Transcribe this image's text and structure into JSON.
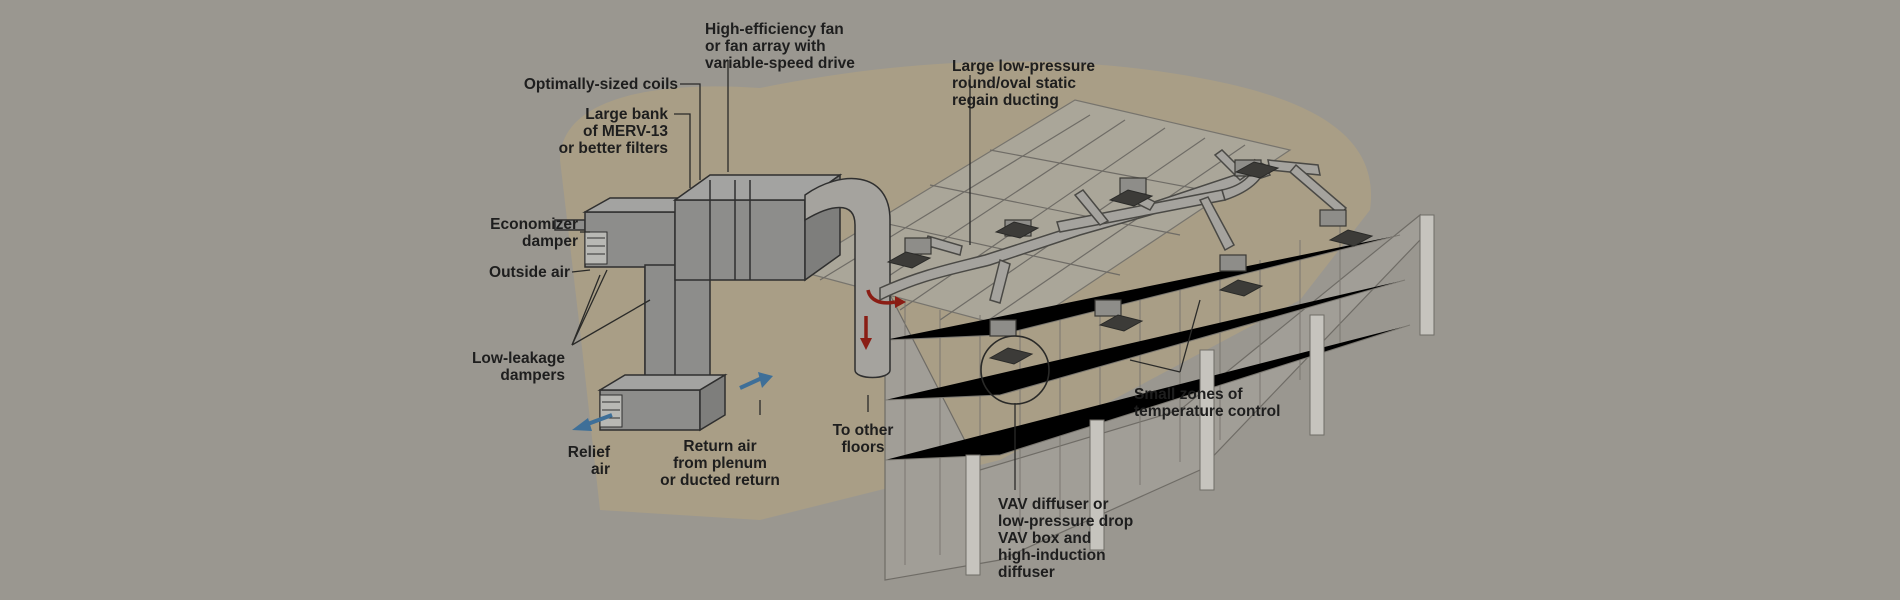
{
  "colors": {
    "background": "#9a9790",
    "highlight_zone": "#a99e86",
    "equipment": "#8d8d8b",
    "duct": "#a5a39e",
    "outline": "#2f2f2f",
    "airflow_red": "#8a1d14",
    "airflow_blue": "#3e6f98"
  },
  "labels": {
    "fan": "High-efficiency fan\nor fan array with\nvariable-speed drive",
    "coils": "Optimally-sized coils",
    "filters": "Large bank\nof MERV-13\nor better filters",
    "economizer": "Economizer\ndamper",
    "outside_air": "Outside air",
    "dampers": "Low-leakage\ndampers",
    "relief": "Relief\nair",
    "return_air": "Return air\nfrom plenum\nor ducted return",
    "to_floors": "To other\nfloors",
    "ducting": "Large low-pressure\nround/oval static\nregain ducting",
    "zones": "Small zones of\ntemperature control",
    "vav": "VAV diffuser or\nlow-pressure drop\nVAV box and\nhigh-induction\ndiffuser"
  }
}
